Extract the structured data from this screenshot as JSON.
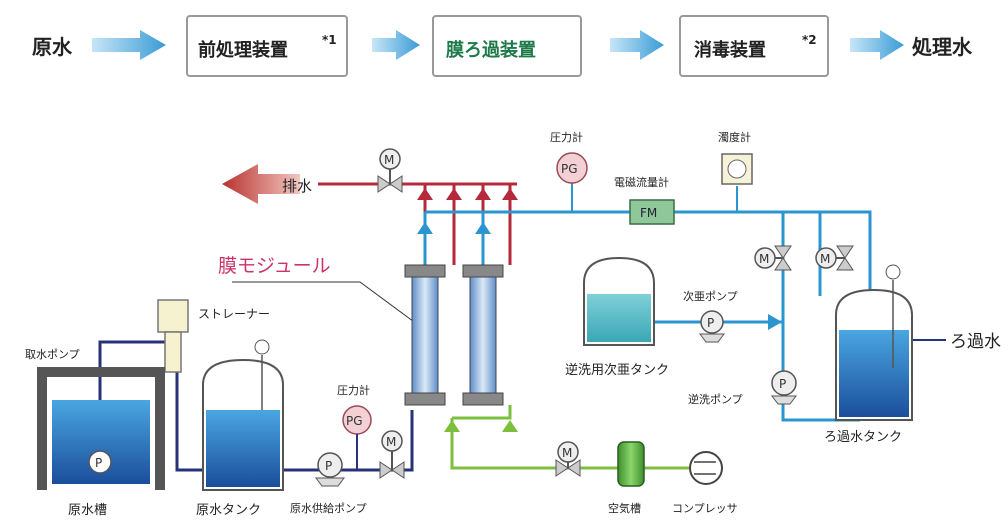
{
  "flow": {
    "start": "原水",
    "step1": "前処理装置",
    "step1_note": "*1",
    "step2": "膜ろ過装置",
    "step3": "消毒装置",
    "step3_note": "*2",
    "end": "処理水"
  },
  "labels": {
    "drain": "排水",
    "pg_top_caption": "圧力計",
    "pg_symbol": "PG",
    "turbidity": "濁度計",
    "flowmeter": "電磁流量計",
    "fm_symbol": "FM",
    "membrane_module": "膜モジュール",
    "strainer": "ストレーナー",
    "intake_pump": "取水ポンプ",
    "raw_tank_pit": "原水槽",
    "raw_water_tank": "原水タンク",
    "raw_feed_pump": "原水供給ポンプ",
    "pg_bottom_caption": "圧力計",
    "hypochlorite_pump": "次亜ポンプ",
    "backwash_hypo_tank": "逆洗用次亜タンク",
    "backwash_pump": "逆洗ポンプ",
    "filtrate_tank": "ろ過水タンク",
    "filtrate_out": "ろ過水",
    "air_tank": "空気槽",
    "compressor": "コンプレッサ",
    "motor_symbol": "M",
    "pump_symbol": "P"
  },
  "colors": {
    "arrow": "#4aa8dc",
    "highlight_step": "#1f7a4a",
    "water_line": "#2a95cf",
    "drain_line": "#b52a3a",
    "air_line": "#7cbf3c",
    "raw_line": "#27327a",
    "drain_arrow": "#b8322f",
    "membrane_label": "#cc3366"
  }
}
